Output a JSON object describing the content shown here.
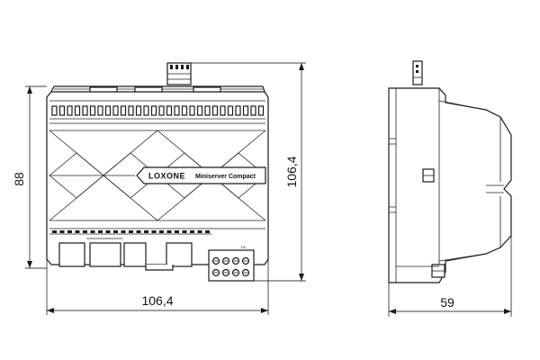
{
  "drawing": {
    "brand": "LOXONE",
    "product": "Miniserver Compact",
    "terminal_label": "DC"
  },
  "dimensions": {
    "front_height": "88",
    "front_width": "106,4",
    "total_height": "106,4",
    "side_depth": "59"
  }
}
